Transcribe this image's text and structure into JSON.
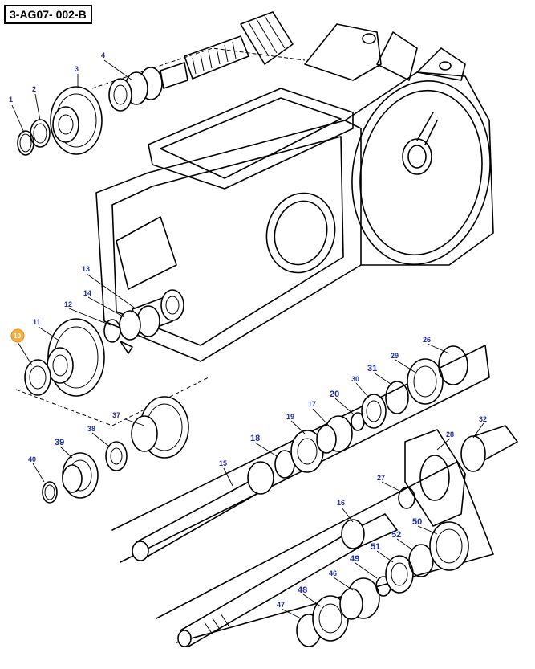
{
  "diagram": {
    "reference_code": "3-AG07- 002-B",
    "highlighted_part": "10",
    "callouts": [
      "1",
      "2",
      "3",
      "4",
      "10",
      "11",
      "12",
      "13",
      "14",
      "15",
      "16",
      "17",
      "18",
      "19",
      "20",
      "26",
      "27",
      "28",
      "29",
      "30",
      "31",
      "32",
      "37",
      "38",
      "39",
      "40",
      "46",
      "47",
      "48",
      "49",
      "50",
      "51",
      "52"
    ],
    "colors": {
      "callout_text": "#1c2fa8",
      "highlight": "#f5b041",
      "line": "#000000"
    }
  }
}
